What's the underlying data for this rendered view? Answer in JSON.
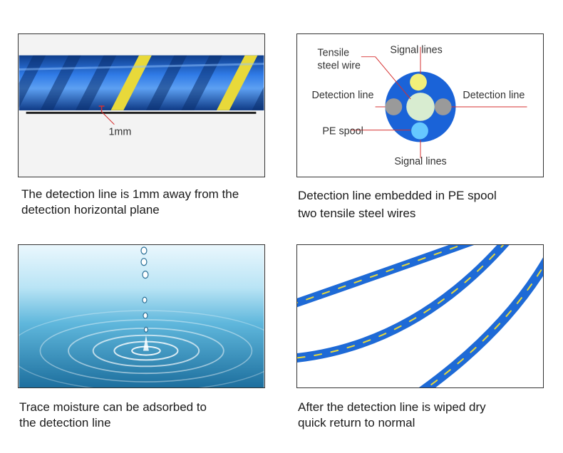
{
  "colors": {
    "cable_blue": "#1e6ad6",
    "cable_yellow": "#e8d93a",
    "spool_blue": "#1a63d8",
    "signal_yellow": "#f2ef7a",
    "signal_cyan": "#66c8ff",
    "detection_gray": "#9a9a9a",
    "steel_center": "#d8ecd0",
    "leader_red": "#d63030"
  },
  "panels": {
    "top_left": {
      "measure_label": "1mm",
      "caption_line1": "The detection line is 1mm away from the",
      "caption_line2": "detection horizontal plane"
    },
    "top_right": {
      "label_tensile_1": "Tensile",
      "label_tensile_2": "steel wire",
      "label_signal_top": "Signal lines",
      "label_detection_left": "Detection line",
      "label_detection_right": "Detection line",
      "label_pe_spool": "PE spool",
      "label_signal_bottom": "Signal lines",
      "caption_line1": "Detection line embedded in PE spool",
      "caption_line2": "two tensile steel wires"
    },
    "bottom_left": {
      "caption_line1": "Trace moisture can be adsorbed to",
      "caption_line2": "the detection line"
    },
    "bottom_right": {
      "caption_line1": "After the detection line is wiped dry",
      "caption_line2": "quick return to normal"
    }
  }
}
